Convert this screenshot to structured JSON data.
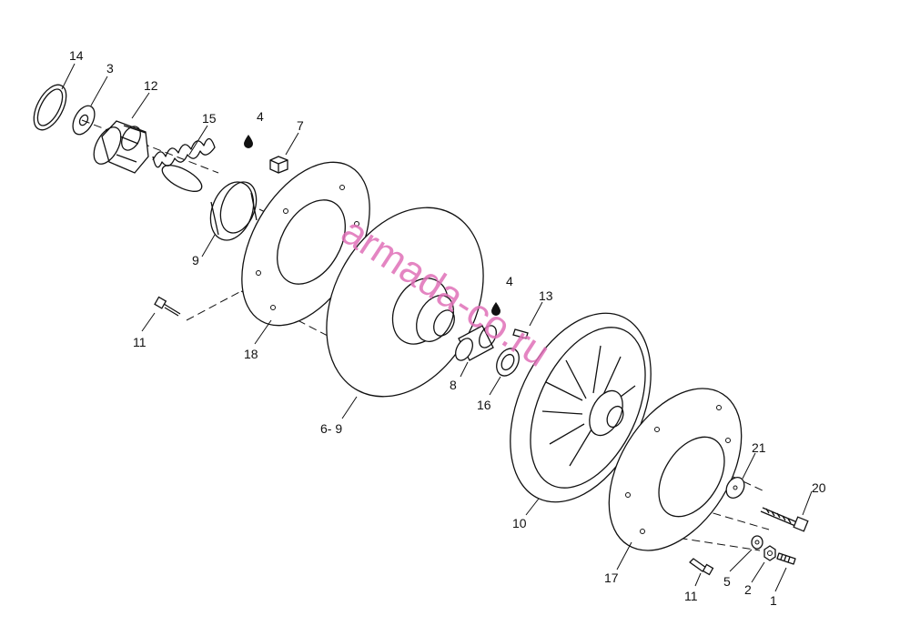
{
  "watermark": "armada-co.ru",
  "colors": {
    "line": "#111111",
    "watermark": "#e070b8",
    "background": "#ffffff"
  },
  "callouts": {
    "c14": "14",
    "c3": "3",
    "c12": "12",
    "c15": "15",
    "c4a": "4",
    "c7": "7",
    "c9": "9",
    "c11a": "11",
    "c18": "18",
    "c6_9": "6- 9",
    "c4b": "4",
    "c13": "13",
    "c8": "8",
    "c16": "16",
    "c10": "10",
    "c21": "21",
    "c20": "20",
    "c17": "17",
    "c5": "5",
    "c2": "2",
    "c1": "1",
    "c11b": "11"
  },
  "icons": [
    "oil-drop-icon",
    "oil-drop-icon"
  ]
}
